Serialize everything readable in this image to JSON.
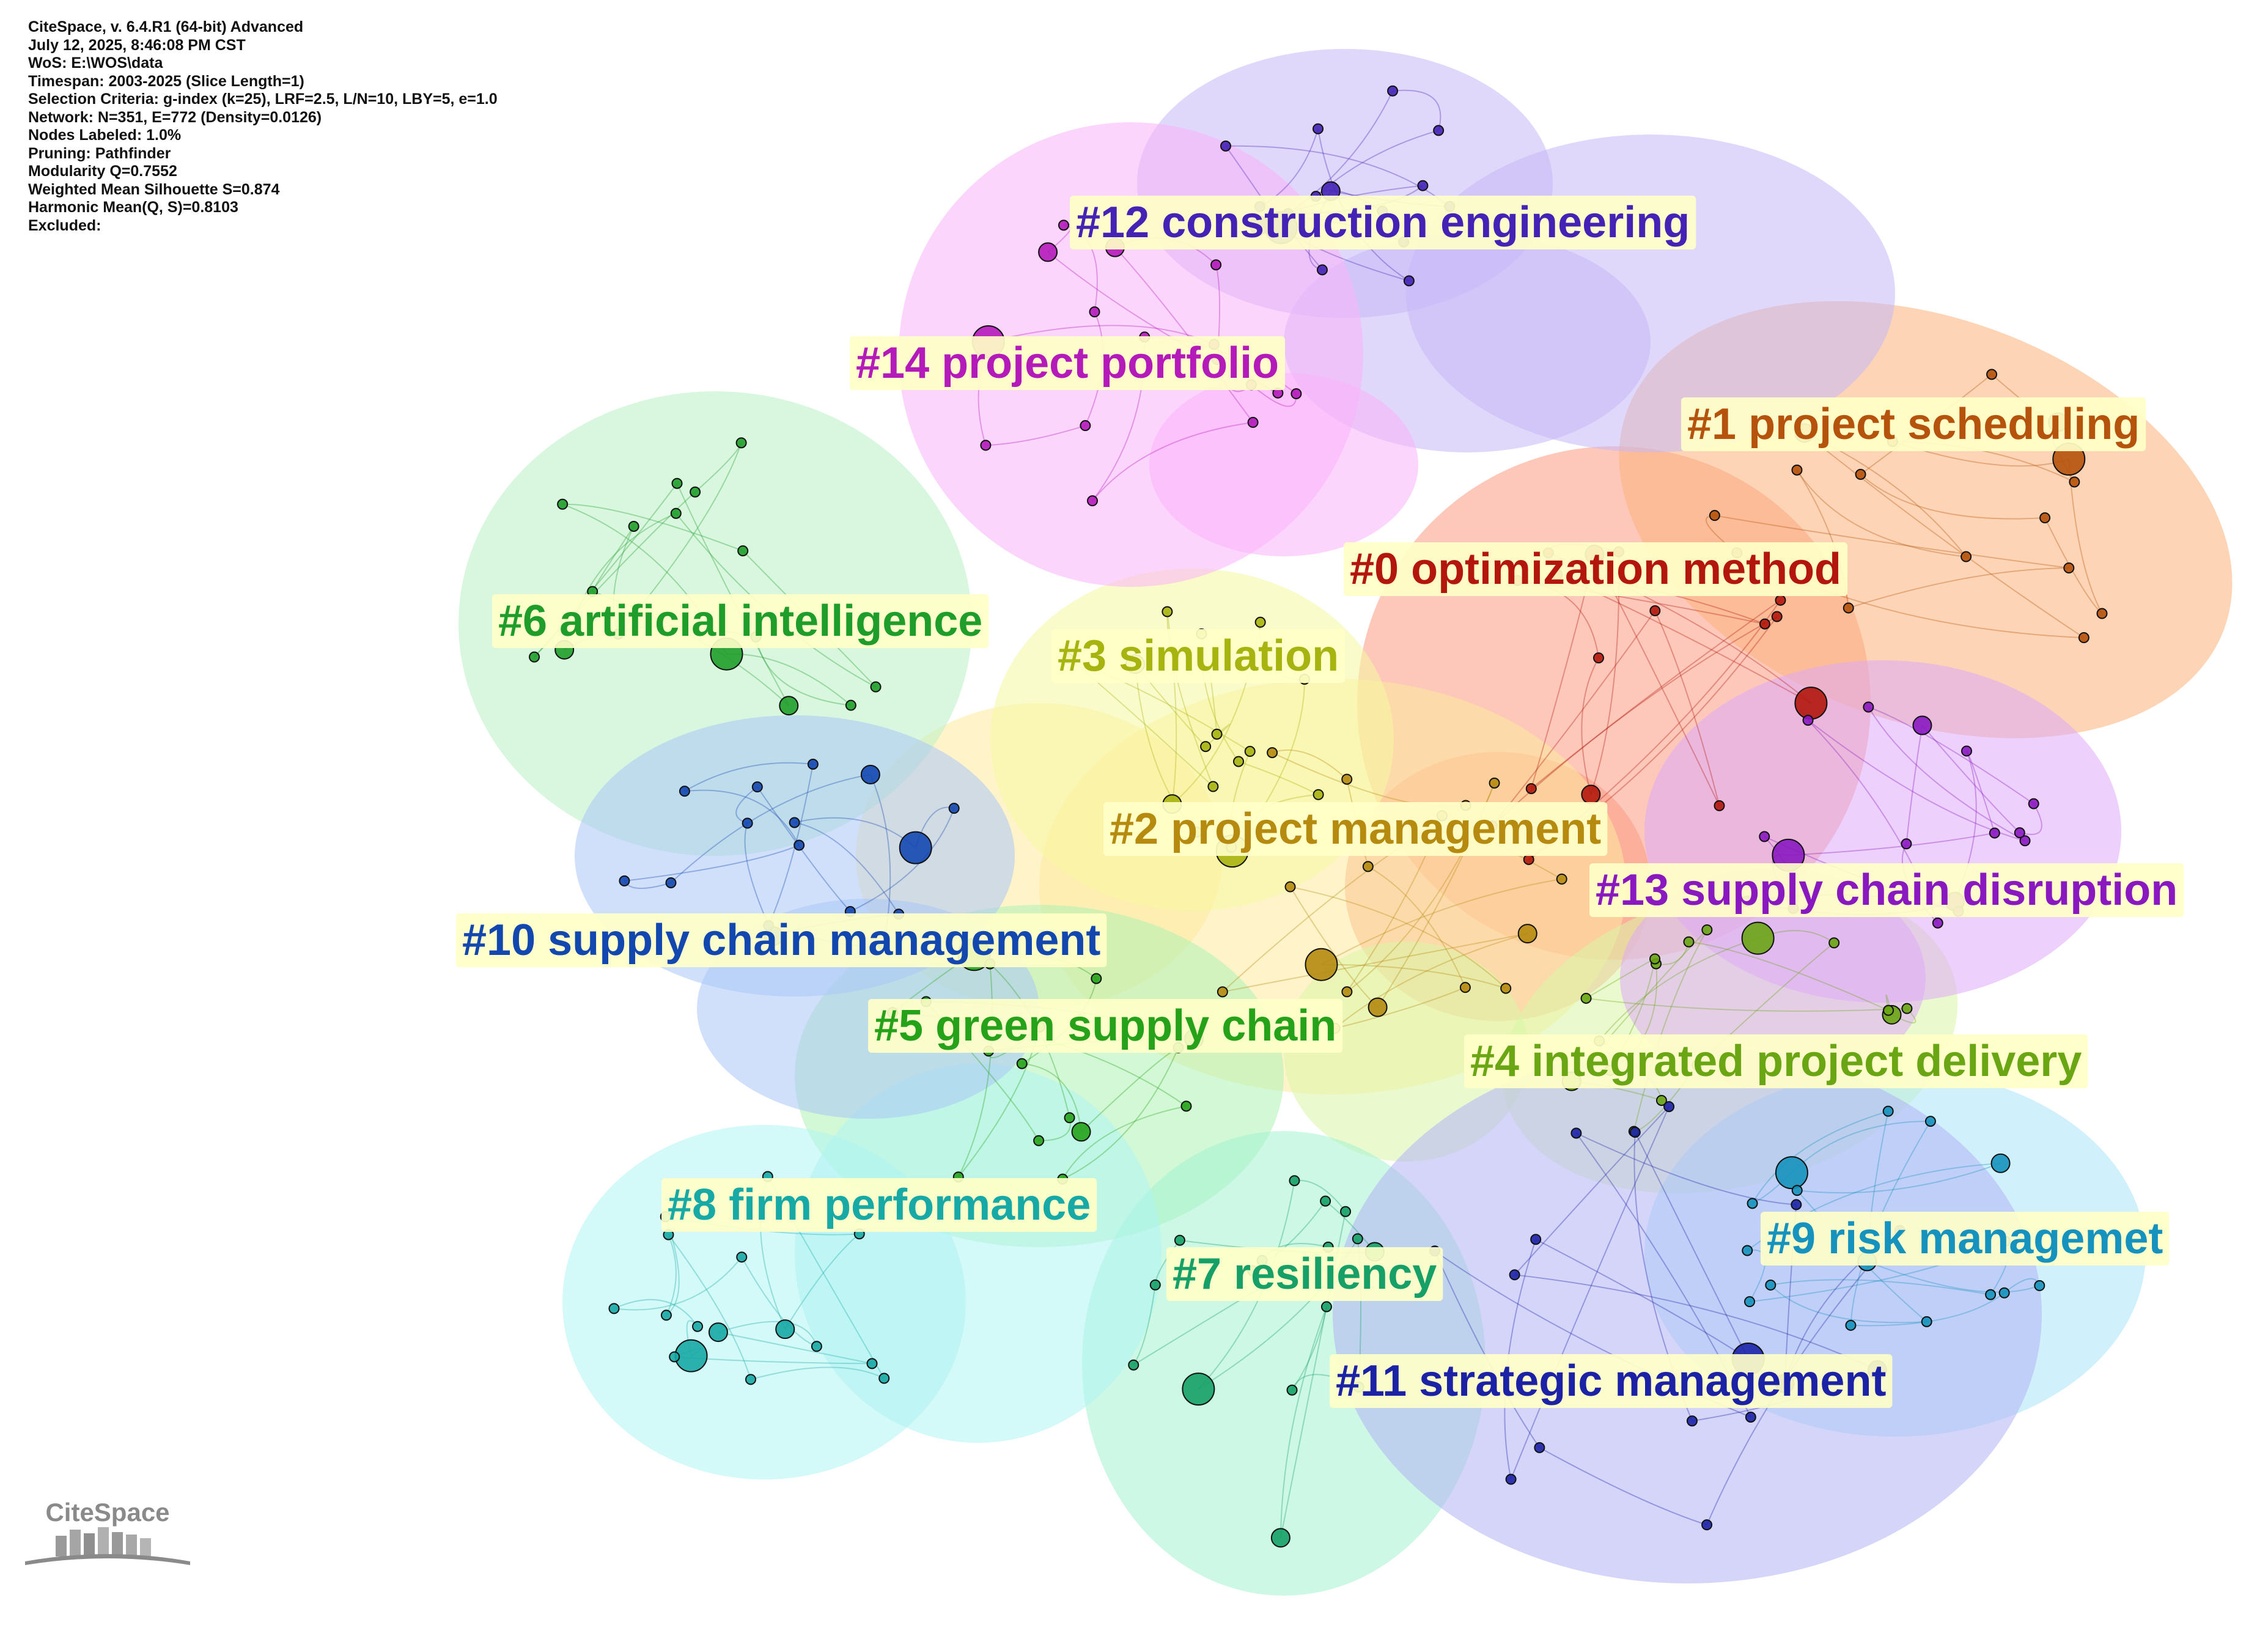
{
  "info": [
    "CiteSpace, v. 6.4.R1 (64-bit) Advanced",
    "July 12, 2025, 8:46:08 PM CST",
    "WoS: E:\\WOS\\data",
    "Timespan: 2003-2025 (Slice Length=1)",
    "Selection Criteria: g-index (k=25), LRF=2.5, L/N=10, LBY=5, e=1.0",
    "Network: N=351, E=772 (Density=0.0126)",
    "Nodes Labeled: 1.0%",
    "Pruning: Pathfinder",
    "Modularity Q=0.7552",
    "Weighted Mean Silhouette S=0.874",
    "Harmonic Mean(Q, S)=0.8103",
    "Excluded:"
  ],
  "logo": {
    "text": "CiteSpace"
  },
  "clusters": [
    {
      "label": "#0 optimization method",
      "color": "#b3160c",
      "fill": "#fb9a82"
    },
    {
      "label": "#1 project scheduling",
      "color": "#b5520b",
      "fill": "#fbb37a"
    },
    {
      "label": "#2 project management",
      "color": "#b58a0f",
      "fill": "#fdea9c"
    },
    {
      "label": "#3 simulation",
      "color": "#a7b40f",
      "fill": "#f5f7a0"
    },
    {
      "label": "#4 integrated project delivery",
      "color": "#6aa514",
      "fill": "#d8f5a6"
    },
    {
      "label": "#5 green supply chain",
      "color": "#25a219",
      "fill": "#aef3b4"
    },
    {
      "label": "#6 artificial intelligence",
      "color": "#1f9d2a",
      "fill": "#b9f0c4"
    },
    {
      "label": "#7 resiliency",
      "color": "#16a067",
      "fill": "#a3f2cf"
    },
    {
      "label": "#8 firm performance",
      "color": "#17a9a5",
      "fill": "#aef4f2"
    },
    {
      "label": "#9 risk managemet",
      "color": "#1592bd",
      "fill": "#a9e6f7"
    },
    {
      "label": "#10 supply chain management",
      "color": "#1347b0",
      "fill": "#a9c6f7"
    },
    {
      "label": "#11 strategic management",
      "color": "#1c22a6",
      "fill": "#b3b3f5"
    },
    {
      "label": "#12 construction engineering",
      "color": "#4422b5",
      "fill": "#c7b8f8"
    },
    {
      "label": "#13 supply chain disruption",
      "color": "#8a18c0",
      "fill": "#dfa9f7"
    },
    {
      "label": "#14 project portfolio",
      "color": "#b419b9",
      "fill": "#f9b3f9"
    }
  ]
}
